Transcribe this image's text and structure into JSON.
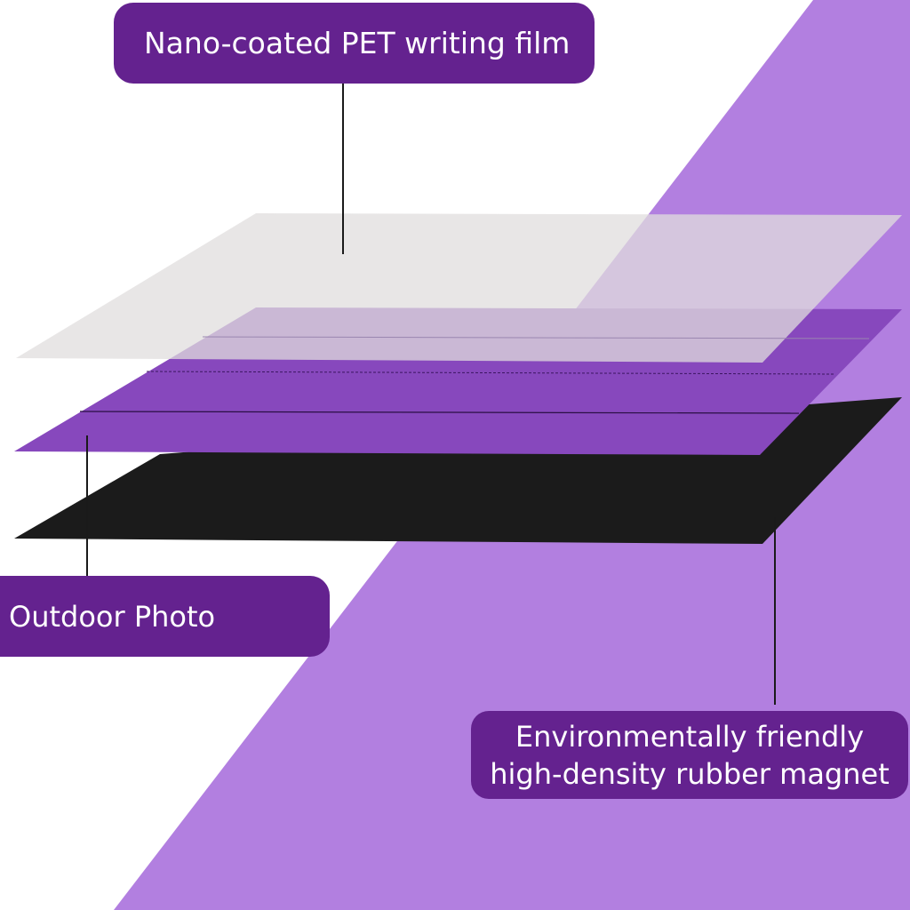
{
  "colors": {
    "background": "#ffffff",
    "accent_triangle": "#b27fe0",
    "label_fill": "#64228f",
    "label_text": "#ffffff",
    "film_layer": "#e0dede",
    "photo_layer": "#8748bd",
    "magnet_layer": "#1b1b1b",
    "leader_line": "#1a1a1a"
  },
  "layers": [
    {
      "name": "film",
      "icon": "transparent-film-sheet"
    },
    {
      "name": "photo",
      "icon": "purple-photo-sheet"
    },
    {
      "name": "magnet",
      "icon": "black-magnet-sheet"
    }
  ],
  "callouts": {
    "film": {
      "text": "Nano-coated PET writing film"
    },
    "photo": {
      "text": "Outdoor Photo"
    },
    "magnet": {
      "line1": "Environmentally friendly",
      "line2": "high-density rubber magnet"
    }
  }
}
